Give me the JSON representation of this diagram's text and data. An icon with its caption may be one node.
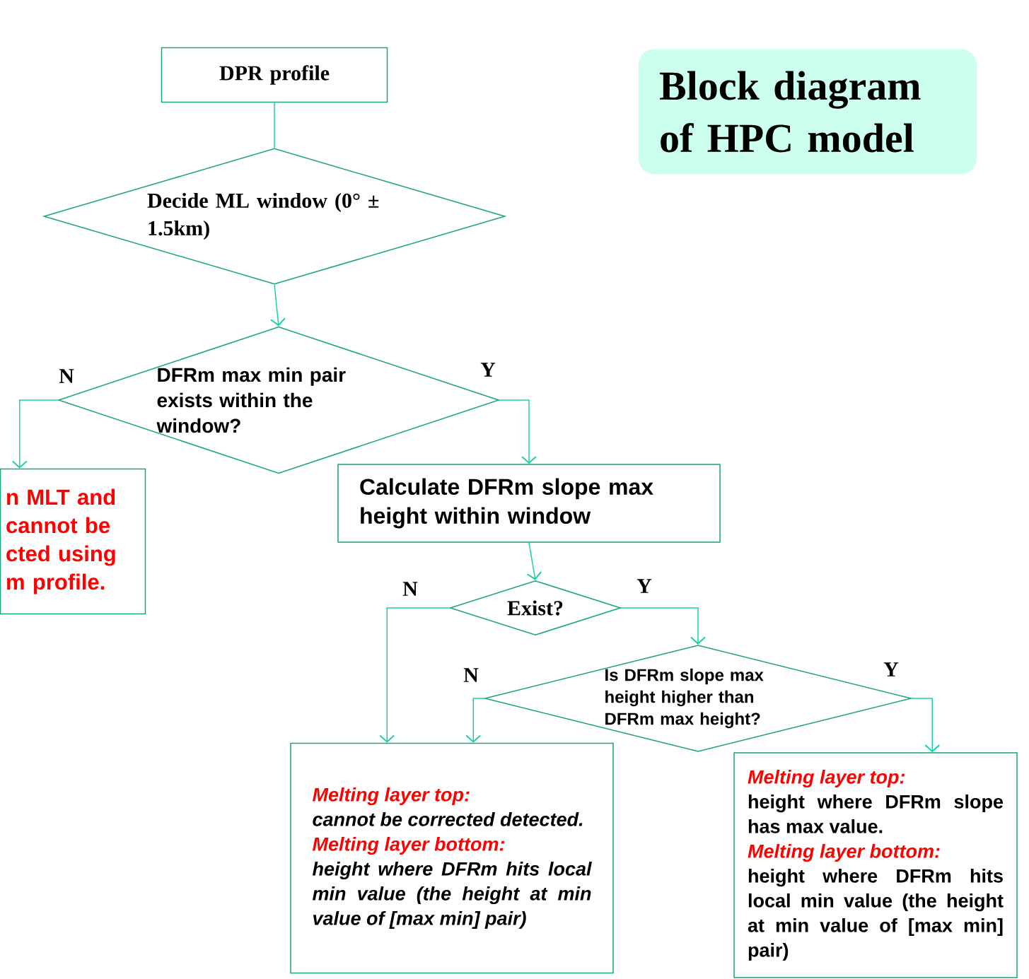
{
  "diagram": {
    "title": "Block diagram of HPC model",
    "nodes": [
      {
        "text": [
          "DPR profile"
        ]
      },
      {
        "text": [
          "Decide ML window (0° ± 1.5km)"
        ]
      },
      {
        "text": [
          "DFRm max min pair exists within the window?"
        ]
      },
      {
        "text": [
          "n MLT and cannot be cted using m profile."
        ]
      },
      {
        "text": [
          "Calculate DFRm slope max height within window"
        ]
      },
      {
        "text": [
          "Exist?"
        ]
      },
      {
        "text": [
          "Is DFRm slope max height higher than DFRm max height?"
        ]
      },
      {
        "text": [
          "Melting layer top:",
          "cannot be corrected detected.",
          "Melting layer bottom:",
          "height where DFRm hits local min value (the height at min value of [max min] pair)"
        ]
      },
      {
        "text": [
          "Melting layer top:",
          "height where DFRm slope has max value.",
          "Melting layer bottom:",
          "height where DFRm hits local min value (the height at min value of [max min] pair)"
        ]
      }
    ],
    "edges": [
      {
        "from": 0,
        "to": 1,
        "arrow": "none"
      },
      {
        "from": 1,
        "to": 2,
        "arrow": "to"
      },
      {
        "from": 2,
        "to": 3,
        "arrow": "to",
        "label": "N"
      },
      {
        "from": 2,
        "to": 4,
        "arrow": "to",
        "label": "Y"
      },
      {
        "from": 4,
        "to": 5,
        "arrow": "to"
      },
      {
        "from": 5,
        "to": 7,
        "arrow": "to",
        "label": "N"
      },
      {
        "from": 5,
        "to": 6,
        "arrow": "to",
        "label": "Y"
      },
      {
        "from": 6,
        "to": 7,
        "arrow": "to",
        "label": "N"
      },
      {
        "from": 6,
        "to": 8,
        "arrow": "to",
        "label": "Y"
      }
    ]
  }
}
